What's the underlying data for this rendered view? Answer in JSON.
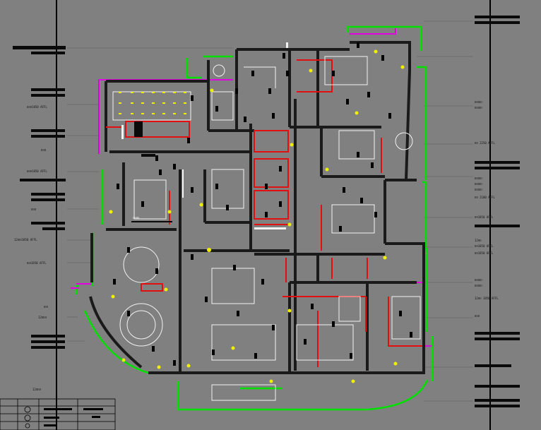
{
  "drawing": {
    "background": "#808080",
    "colors": {
      "wall": "#1a1a1a",
      "green": "#00e000",
      "magenta": "#e000e0",
      "red": "#e01010",
      "yellow": "#f0f000",
      "white": "#f2f2f2",
      "black": "#000000"
    },
    "left_labels": [
      {
        "text": "ⅠⅠⅠⅠⅠⅠ1850 AFFL"
      },
      {
        "text": "ⅠⅠⅠⅠⅠⅠ"
      },
      {
        "text": "ⅠⅠⅠⅠⅠⅠ1850 AFFL"
      },
      {
        "text": "ⅠⅠⅠⅠⅠⅠ"
      },
      {
        "text": "12ⅠⅠⅠⅠⅠ1850 AFFL"
      },
      {
        "text": "ⅠⅠⅠⅠⅠ1850 AFFL"
      },
      {
        "text": "ⅠⅠⅠⅠⅠ"
      },
      {
        "text": "12ⅠⅠⅠⅠⅠⅠ"
      },
      {
        "text": "12ⅠⅠⅠⅠⅠⅠ"
      }
    ],
    "right_labels": [
      {
        "text": "ⅠⅠⅠⅠⅠⅠⅠⅠⅠ"
      },
      {
        "text": "ⅠⅠⅠⅠ 2250 AFFL"
      },
      {
        "text": "ⅠⅠⅠⅠⅠⅠⅠⅠⅠ"
      },
      {
        "text": "ⅠⅠⅠⅠ 2100 AFFL"
      },
      {
        "text": "ⅠⅠⅠⅠ1850 AFFL"
      },
      {
        "text": "12ⅠⅠⅠⅠ"
      },
      {
        "text": "ⅠⅠⅠⅠ1850 AFFL"
      },
      {
        "text": "ⅠⅠⅠⅠⅠⅠⅠⅠⅠ"
      },
      {
        "text": "12ⅠⅠⅠⅠ 1850 AFFL"
      },
      {
        "text": "ⅠⅠⅠⅠⅠⅠ"
      }
    ],
    "center_label": "ⅠⅠⅠⅠⅠⅠⅠⅠ"
  }
}
